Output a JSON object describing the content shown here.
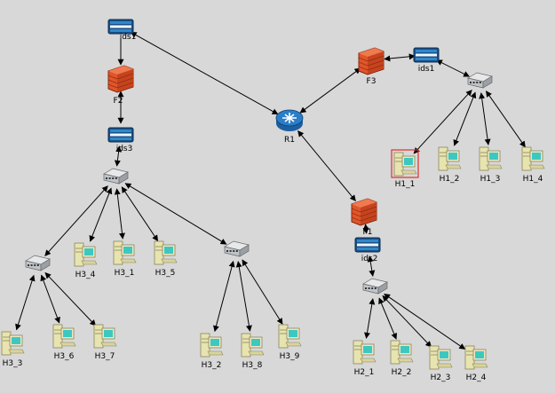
{
  "diagram": {
    "colors": {
      "background": "#d8d8d8",
      "firewall": "#e0552a",
      "ids": "#2f88c8",
      "router": "#2a7ec8",
      "switch": "#bfc4c8",
      "host": "#e8e4b0",
      "host_screen": "#3cc8c0",
      "selection": "#e03030"
    },
    "nodes": [
      {
        "id": "ids1_top",
        "type": "ids",
        "icon": "ids-icon",
        "label": "ids1"
      },
      {
        "id": "F2",
        "type": "firewall",
        "icon": "firewall-icon",
        "label": "F2"
      },
      {
        "id": "ids3",
        "type": "ids",
        "icon": "ids-icon",
        "label": "ids3"
      },
      {
        "id": "sw3",
        "type": "switch",
        "icon": "switch-icon",
        "label": ""
      },
      {
        "id": "sw3a",
        "type": "switch",
        "icon": "switch-icon",
        "label": ""
      },
      {
        "id": "sw3b",
        "type": "switch",
        "icon": "switch-icon",
        "label": ""
      },
      {
        "id": "H3_4",
        "type": "host",
        "icon": "host-icon",
        "label": "H3_4"
      },
      {
        "id": "H3_1",
        "type": "host",
        "icon": "host-icon",
        "label": "H3_1"
      },
      {
        "id": "H3_5",
        "type": "host",
        "icon": "host-icon",
        "label": "H3_5"
      },
      {
        "id": "H3_3",
        "type": "host",
        "icon": "host-icon",
        "label": "H3_3"
      },
      {
        "id": "H3_6",
        "type": "host",
        "icon": "host-icon",
        "label": "H3_6"
      },
      {
        "id": "H3_7",
        "type": "host",
        "icon": "host-icon",
        "label": "H3_7"
      },
      {
        "id": "H3_2",
        "type": "host",
        "icon": "host-icon",
        "label": "H3_2"
      },
      {
        "id": "H3_8",
        "type": "host",
        "icon": "host-icon",
        "label": "H3_8"
      },
      {
        "id": "H3_9",
        "type": "host",
        "icon": "host-icon",
        "label": "H3_9"
      },
      {
        "id": "R1",
        "type": "router",
        "icon": "router-icon",
        "label": "R1"
      },
      {
        "id": "F3",
        "type": "firewall",
        "icon": "firewall-icon",
        "label": "F3"
      },
      {
        "id": "ids1_right",
        "type": "ids",
        "icon": "ids-icon",
        "label": "ids1"
      },
      {
        "id": "sw1",
        "type": "switch",
        "icon": "switch-icon",
        "label": ""
      },
      {
        "id": "H1_1",
        "type": "host",
        "icon": "host-icon",
        "label": "H1_1",
        "selected": true
      },
      {
        "id": "H1_2",
        "type": "host",
        "icon": "host-icon",
        "label": "H1_2"
      },
      {
        "id": "H1_3",
        "type": "host",
        "icon": "host-icon",
        "label": "H1_3"
      },
      {
        "id": "H1_4",
        "type": "host",
        "icon": "host-icon",
        "label": "H1_4"
      },
      {
        "id": "F1",
        "type": "firewall",
        "icon": "firewall-icon",
        "label": "F1"
      },
      {
        "id": "ids2",
        "type": "ids",
        "icon": "ids-icon",
        "label": "ids2"
      },
      {
        "id": "sw2",
        "type": "switch",
        "icon": "switch-icon",
        "label": ""
      },
      {
        "id": "H2_1",
        "type": "host",
        "icon": "host-icon",
        "label": "H2_1"
      },
      {
        "id": "H2_2",
        "type": "host",
        "icon": "host-icon",
        "label": "H2_2"
      },
      {
        "id": "H2_3",
        "type": "host",
        "icon": "host-icon",
        "label": "H2_3"
      },
      {
        "id": "H2_4",
        "type": "host",
        "icon": "host-icon",
        "label": "H2_4"
      }
    ],
    "links": [
      {
        "from": "ids1_top",
        "to": "F2",
        "arrow": "end"
      },
      {
        "from": "F2",
        "to": "ids3",
        "arrow": "both"
      },
      {
        "from": "ids3",
        "to": "sw3",
        "arrow": "both"
      },
      {
        "from": "ids1_top",
        "to": "R1",
        "arrow": "both"
      },
      {
        "from": "sw3",
        "to": "sw3a",
        "arrow": "both"
      },
      {
        "from": "sw3",
        "to": "H3_4",
        "arrow": "both"
      },
      {
        "from": "sw3",
        "to": "H3_1",
        "arrow": "both"
      },
      {
        "from": "sw3",
        "to": "H3_5",
        "arrow": "both"
      },
      {
        "from": "sw3",
        "to": "sw3b",
        "arrow": "both"
      },
      {
        "from": "sw3a",
        "to": "H3_3",
        "arrow": "both"
      },
      {
        "from": "sw3a",
        "to": "H3_6",
        "arrow": "both"
      },
      {
        "from": "sw3a",
        "to": "H3_7",
        "arrow": "both"
      },
      {
        "from": "sw3b",
        "to": "H3_2",
        "arrow": "both"
      },
      {
        "from": "sw3b",
        "to": "H3_8",
        "arrow": "both"
      },
      {
        "from": "sw3b",
        "to": "H3_9",
        "arrow": "both"
      },
      {
        "from": "R1",
        "to": "F3",
        "arrow": "both"
      },
      {
        "from": "F3",
        "to": "ids1_right",
        "arrow": "both"
      },
      {
        "from": "ids1_right",
        "to": "sw1",
        "arrow": "both"
      },
      {
        "from": "sw1",
        "to": "H1_1",
        "arrow": "both"
      },
      {
        "from": "sw1",
        "to": "H1_2",
        "arrow": "both"
      },
      {
        "from": "sw1",
        "to": "H1_3",
        "arrow": "both"
      },
      {
        "from": "sw1",
        "to": "H1_4",
        "arrow": "both"
      },
      {
        "from": "R1",
        "to": "F1",
        "arrow": "both"
      },
      {
        "from": "F1",
        "to": "ids2",
        "arrow": "both"
      },
      {
        "from": "ids2",
        "to": "sw2",
        "arrow": "both"
      },
      {
        "from": "sw2",
        "to": "H2_1",
        "arrow": "both"
      },
      {
        "from": "sw2",
        "to": "H2_2",
        "arrow": "both"
      },
      {
        "from": "sw2",
        "to": "H2_3",
        "arrow": "both"
      },
      {
        "from": "sw2",
        "to": "H2_4",
        "arrow": "both"
      }
    ]
  }
}
